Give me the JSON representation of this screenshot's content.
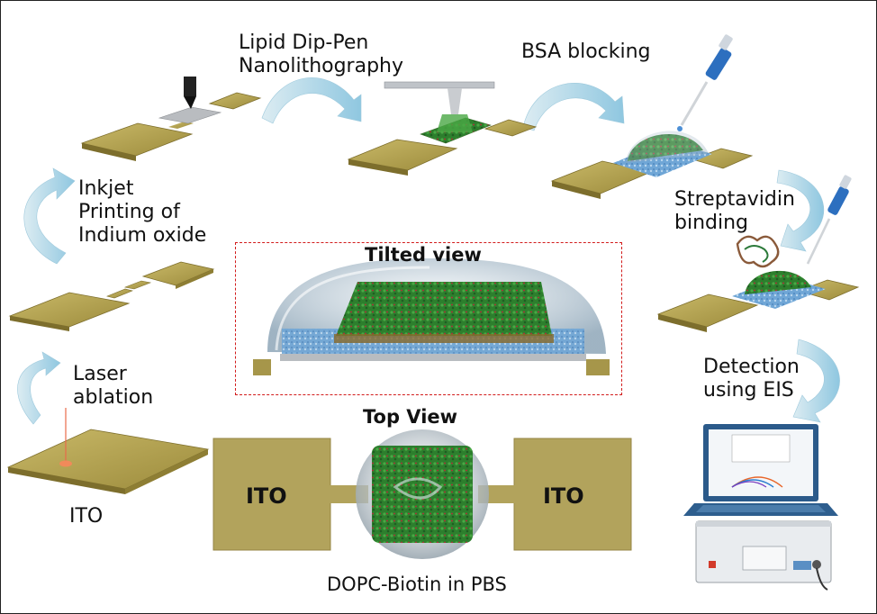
{
  "steps": {
    "ito": "ITO",
    "laser": [
      "Laser",
      "ablation"
    ],
    "inkjet": [
      "Inkjet",
      "Printing of",
      "Indium oxide"
    ],
    "dpn": [
      "Lipid Dip-Pen",
      "Nanolithography"
    ],
    "bsa": "BSA blocking",
    "strep": [
      "Streptavidin",
      "binding"
    ],
    "detect": [
      "Detection",
      "using EIS"
    ]
  },
  "views": {
    "tilted": "Tilted view",
    "top": "Top View",
    "ito_left": "ITO",
    "ito_right": "ITO",
    "caption": "DOPC-Biotin in PBS"
  },
  "colors": {
    "ito_gold": "#b7a552",
    "arrow": "#a7d3e6",
    "dashed_box": "#d21b1b",
    "lipid_green": "#2f8a2f",
    "water_blue": "#6fa6d6"
  }
}
